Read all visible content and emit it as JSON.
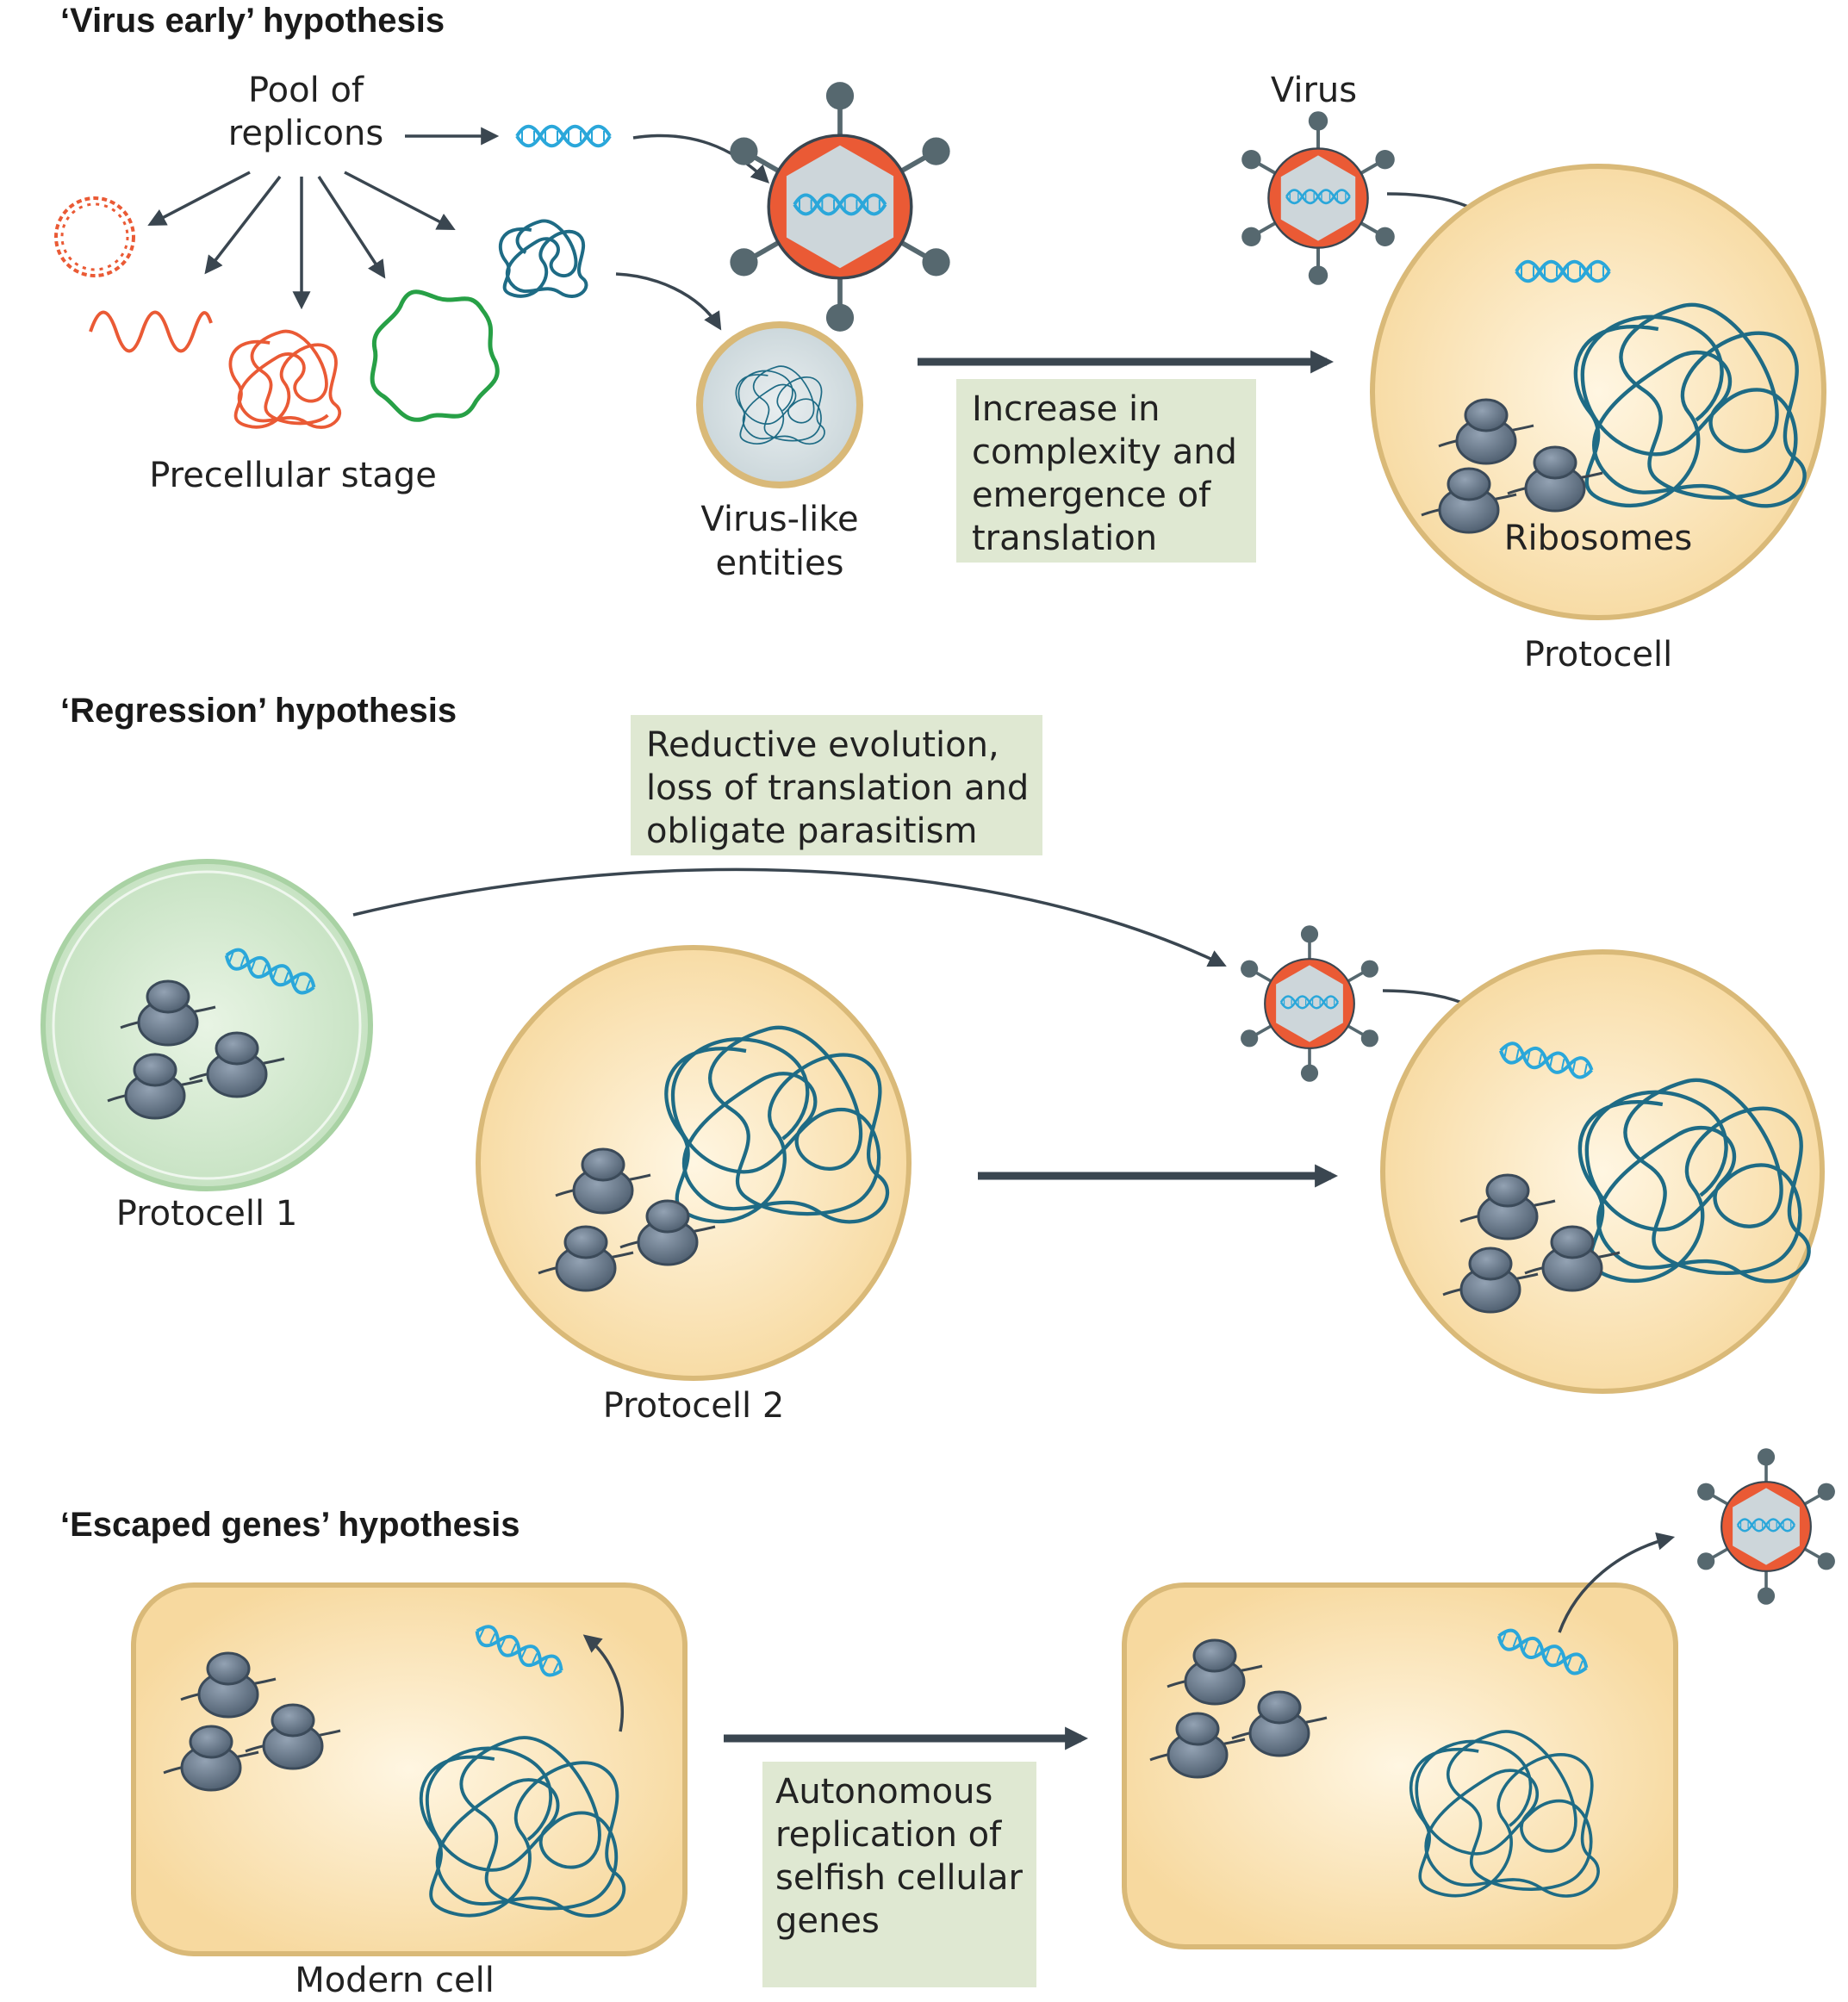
{
  "panels": {
    "virus_early": {
      "title": "‘Virus early’ hypothesis",
      "pool_label": [
        "Pool of",
        "replicons"
      ],
      "precellular_label": "Precellular stage",
      "virus_like_label": [
        "Virus-like",
        "entities"
      ],
      "box_text": [
        "Increase in",
        "complexity and",
        "emergence of",
        "translation"
      ],
      "virus_label": "Virus",
      "ribosomes_label": "Ribosomes",
      "protocell_label": "Protocell"
    },
    "regression": {
      "title": "‘Regression’ hypothesis",
      "box_text": [
        "Reductive evolution,",
        "loss of translation and",
        "obligate parasitism"
      ],
      "protocell1_label": "Protocell 1",
      "protocell2_label": "Protocell 2"
    },
    "escaped_genes": {
      "title": "‘Escaped genes’ hypothesis",
      "box_text": [
        "Autonomous",
        "replication of",
        "selfish cellular",
        "genes"
      ],
      "modern_cell_label": "Modern cell"
    }
  },
  "colors": {
    "cell_fill": "#f8deaa",
    "cell_edge": "#d9b978",
    "virus_capsid": "#ea5a35",
    "genome": "#1e6b85",
    "dna": "#2aa7da",
    "ribosome": "#5d6e80",
    "protocell1": "#cfe6cd",
    "label_box": "#dfe8d2",
    "arrow": "#3a4650"
  },
  "icons": [
    "dna-helix-icon",
    "ribosome-icon",
    "virus-icon",
    "genome-tangle-icon"
  ]
}
